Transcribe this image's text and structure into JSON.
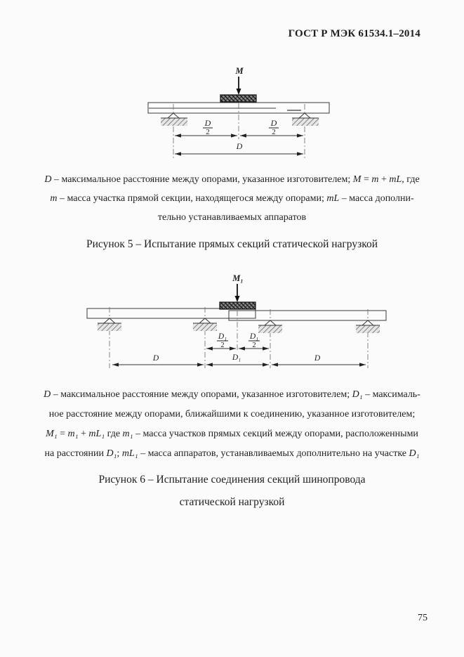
{
  "page": {
    "header_title": "ГОСТ Р МЭК 61534.1–2014",
    "page_number": "75"
  },
  "figure5": {
    "diagram_labels": {
      "load": "M",
      "half_left_num": "D",
      "half_left_den": "2",
      "half_right_num": "D",
      "half_right_den": "2",
      "total": "D"
    },
    "description": [
      [
        {
          "t": "D",
          "i": true
        },
        {
          "t": " – максимальное расстояние между опорами, указанное изготовителем; ",
          "i": false
        },
        {
          "t": "M",
          "i": true
        },
        {
          "t": " = ",
          "i": false
        },
        {
          "t": "m",
          "i": true
        },
        {
          "t": " + ",
          "i": false
        },
        {
          "t": "mL",
          "i": true
        },
        {
          "t": ", где",
          "i": false
        }
      ],
      [
        {
          "t": "m",
          "i": true
        },
        {
          "t": " – масса участка прямой секции, находящегося между опорами; ",
          "i": false
        },
        {
          "t": "mL",
          "i": true
        },
        {
          "t": " – масса дополни-",
          "i": false
        }
      ],
      [
        {
          "t": "тельно устанавливаемых аппаратов",
          "i": false
        }
      ]
    ],
    "caption": "Рисунок 5 – Испытание прямых секций статической нагрузкой"
  },
  "figure6": {
    "diagram_labels": {
      "load": "M₁",
      "half_left_num": "D₁",
      "half_left_den": "2",
      "half_right_num": "D₁",
      "half_right_den": "2",
      "span_left": "D",
      "span_center": "D₁",
      "span_right": "D"
    },
    "description": [
      [
        {
          "t": "D",
          "i": true
        },
        {
          "t": " – максимальное расстояние между опорами, указанное изготовителем; ",
          "i": false
        },
        {
          "t": "D₁",
          "i": true
        },
        {
          "t": " – максималь-",
          "i": false
        }
      ],
      [
        {
          "t": "ное расстояние между опорами, ближайшими к соединению, указанное изготовителем;",
          "i": false
        }
      ],
      [
        {
          "t": "M₁",
          "i": true
        },
        {
          "t": " = ",
          "i": false
        },
        {
          "t": "m₁",
          "i": true
        },
        {
          "t": " + ",
          "i": false
        },
        {
          "t": "mL₁",
          "i": true
        },
        {
          "t": " где ",
          "i": false
        },
        {
          "t": "m₁",
          "i": true
        },
        {
          "t": " – масса участков прямых секций между опорами, расположенными",
          "i": false
        }
      ],
      [
        {
          "t": "на расстоянии ",
          "i": false
        },
        {
          "t": "D₁",
          "i": true
        },
        {
          "t": "; ",
          "i": false
        },
        {
          "t": "mL₁",
          "i": true
        },
        {
          "t": " – масса аппаратов, устанавливаемых дополнительно на участке ",
          "i": false
        },
        {
          "t": "D₁",
          "i": true
        }
      ]
    ],
    "caption": [
      "Рисунок 6 – Испытание соединения секций шинопровода",
      "статической нагрузкой"
    ]
  }
}
